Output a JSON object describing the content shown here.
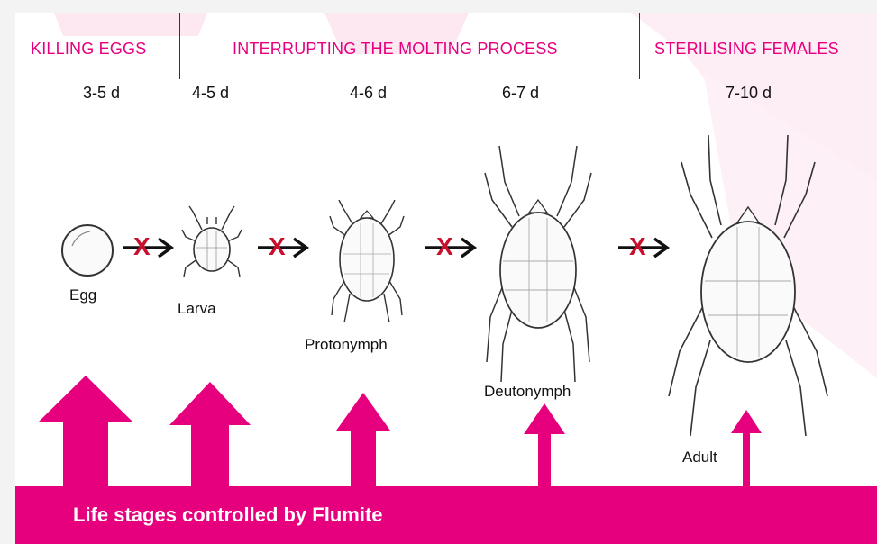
{
  "headers": {
    "killing_eggs": "KILLING EGGS",
    "interrupting_molting": "INTERRUPTING THE MOLTING PROCESS",
    "sterilising_females": "STERILISING FEMALES"
  },
  "durations": [
    "3-5 d",
    "4-5 d",
    "4-6 d",
    "6-7 d",
    "7-10 d"
  ],
  "stages": [
    "Egg",
    "Larva",
    "Protonymph",
    "Deutonymph",
    "Adult"
  ],
  "transition_marker": "X",
  "footer": {
    "text": "Life stages controlled by Flumite"
  },
  "colors": {
    "accent": "#e6007e",
    "blocked_x": "#c8102e",
    "text": "#111111",
    "background_tint": "#fbe3ef"
  }
}
